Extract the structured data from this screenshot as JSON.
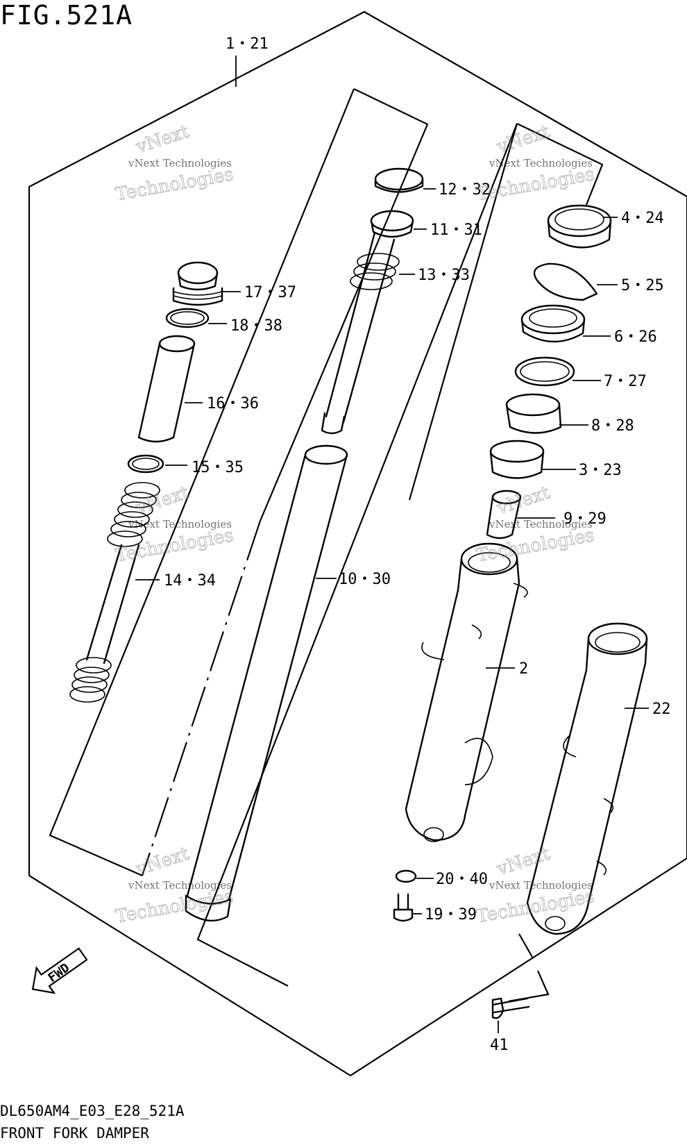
{
  "figure": {
    "title": "FIG.521A",
    "code": "DL650AM4_E03_E28_521A",
    "description": "FRONT FORK DAMPER"
  },
  "callouts": [
    {
      "id": "assembly",
      "label": "1・21"
    },
    {
      "id": "p12",
      "label": "12・32"
    },
    {
      "id": "p11",
      "label": "11・31"
    },
    {
      "id": "p13",
      "label": "13・33"
    },
    {
      "id": "p17",
      "label": "17・37"
    },
    {
      "id": "p18",
      "label": "18・38"
    },
    {
      "id": "p16",
      "label": "16・36"
    },
    {
      "id": "p15",
      "label": "15・35"
    },
    {
      "id": "p14",
      "label": "14・34"
    },
    {
      "id": "p10",
      "label": "10・30"
    },
    {
      "id": "p4",
      "label": "4・24"
    },
    {
      "id": "p5",
      "label": "5・25"
    },
    {
      "id": "p6",
      "label": "6・26"
    },
    {
      "id": "p7",
      "label": "7・27"
    },
    {
      "id": "p8",
      "label": "8・28"
    },
    {
      "id": "p3",
      "label": "3・23"
    },
    {
      "id": "p9",
      "label": "9・29"
    },
    {
      "id": "p2",
      "label": "2"
    },
    {
      "id": "p22",
      "label": "22"
    },
    {
      "id": "p20",
      "label": "20・40"
    },
    {
      "id": "p19",
      "label": "19・39"
    },
    {
      "id": "p41",
      "label": "41"
    }
  ],
  "direction_marker": {
    "label": "FWD"
  },
  "watermark": {
    "line1": "vNext Technologies",
    "line2": "vNext",
    "line3": "Technologies"
  }
}
